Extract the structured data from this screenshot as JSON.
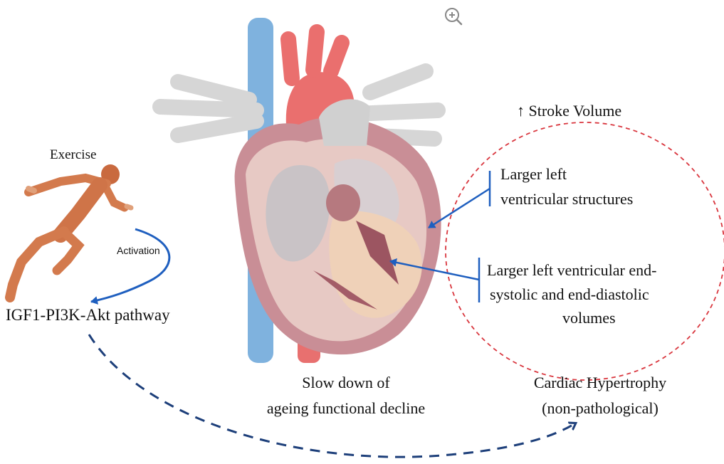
{
  "labels": {
    "exercise": "Exercise",
    "activation": "Activation",
    "pathway": "IGF1-PI3K-Akt pathway",
    "stroke_volume": "↑ Stroke Volume",
    "larger_structures_line1": "Larger left",
    "larger_structures_line2": "ventricular  structures",
    "larger_volumes_line1": "Larger left ventricular  end-",
    "larger_volumes_line2": "systolic  and end-diastolic",
    "larger_volumes_line3": "volumes",
    "slow_down_line1": "Slow down of",
    "slow_down_line2": "ageing functional decline",
    "hypertrophy_line1": "Cardiac Hypertrophy",
    "hypertrophy_line2": "(non-pathological)"
  },
  "icons": {
    "zoom": "zoom-in-icon",
    "runner": "runner-figure",
    "heart": "heart-anatomy"
  },
  "colors": {
    "arrow_blue": "#1f5fbf",
    "dashed_arrow": "#1d3f7a",
    "circle_red": "#d9363e",
    "aorta_red": "#e8706f",
    "vein_blue": "#6fa8dc",
    "heart_tissue": "#d9a3a3",
    "muscle": "#d97b4f"
  }
}
